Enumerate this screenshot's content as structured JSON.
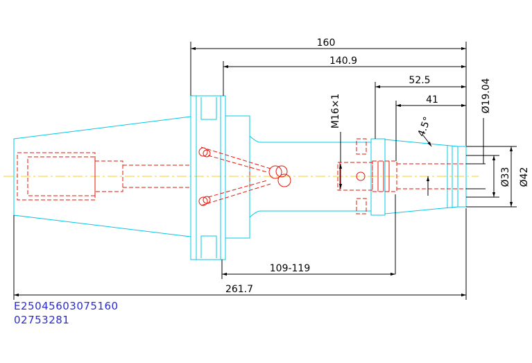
{
  "dimensions": {
    "d160": "160",
    "d140_9": "140.9",
    "d52_5": "52.5",
    "d41": "41",
    "d109_119": "109-119",
    "d261_7": "261.7",
    "thread": "M16×1",
    "dia19": "Ø19.04",
    "dia33": "Ø33",
    "dia42": "Ø42",
    "angle": "4.5°"
  },
  "notes": {
    "part_number": "E25045603075160",
    "code": "02753281"
  },
  "colors": {
    "outline": "#00c8e6",
    "hidden": "#e6140a",
    "centerline": "#f0d020",
    "dimension": "#000000",
    "note_text": "#2a2ad6"
  }
}
